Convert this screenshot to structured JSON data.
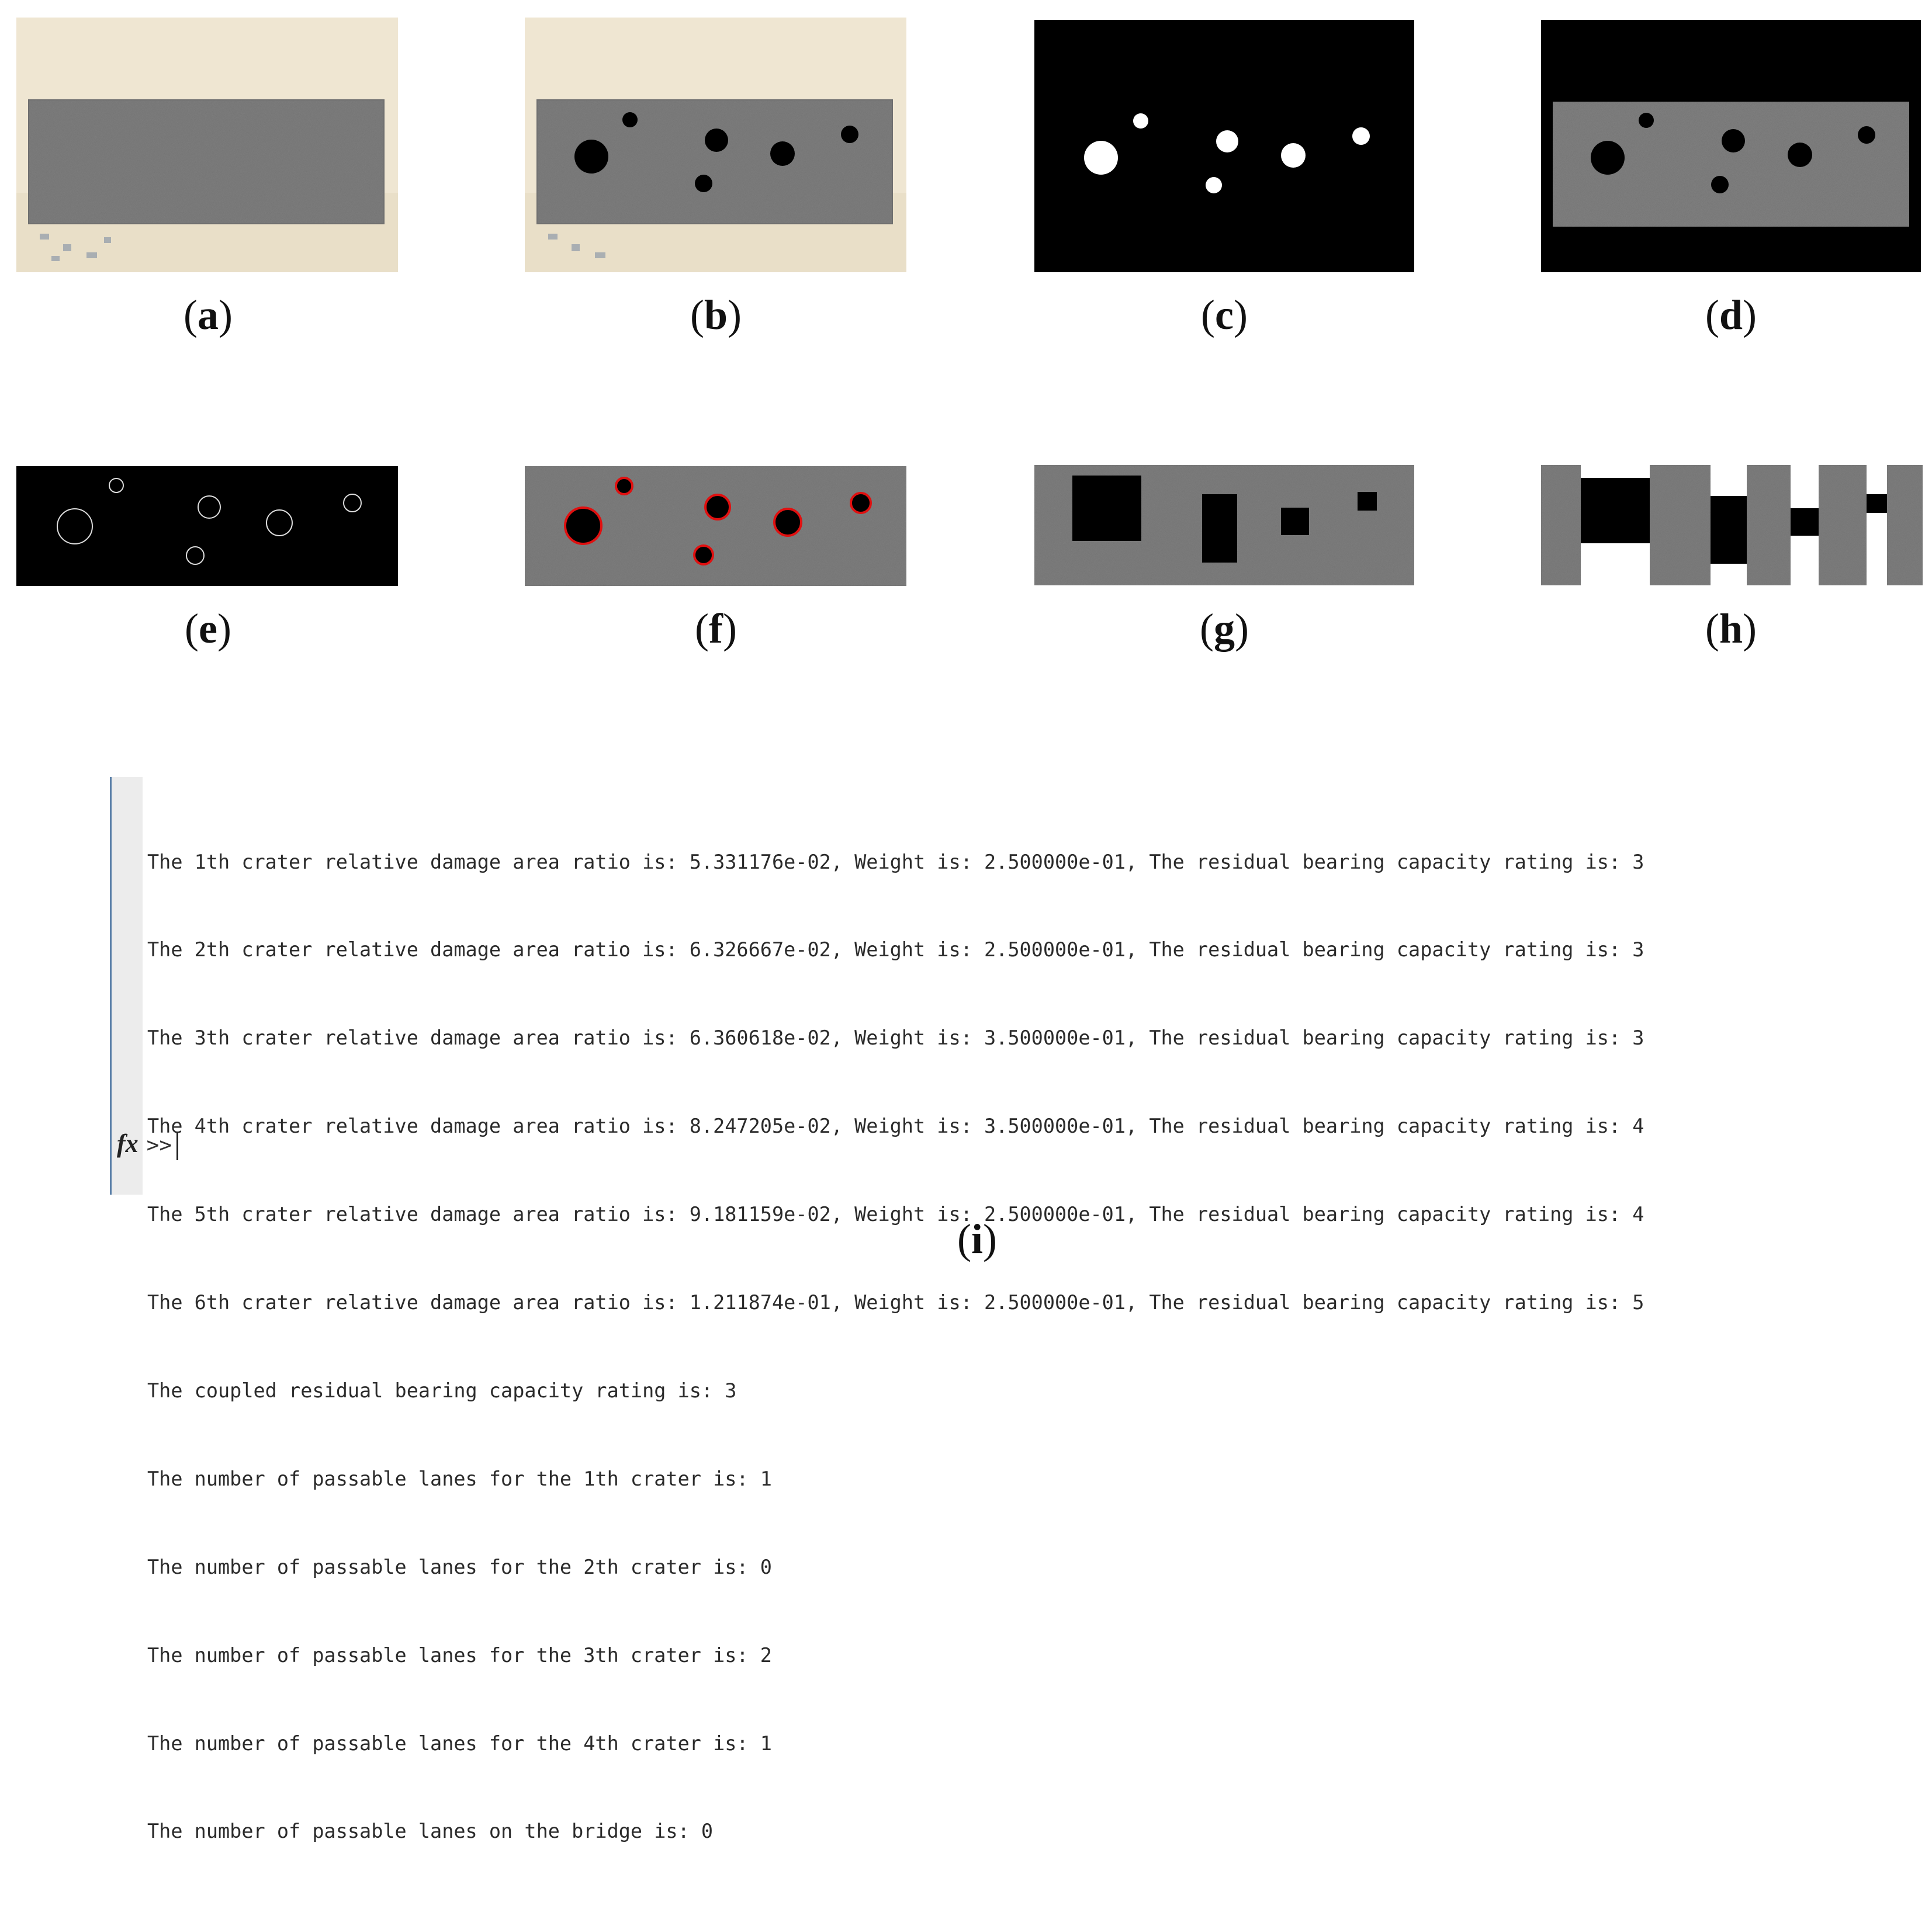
{
  "captions": {
    "a": "a",
    "b": "b",
    "c": "c",
    "d": "d",
    "e": "e",
    "f": "f",
    "g": "g",
    "h": "h",
    "i": "i"
  },
  "console": {
    "lines": [
      "The 1th crater relative damage area ratio is: 5.331176e-02, Weight is: 2.500000e-01, The residual bearing capacity rating is: 3",
      "The 2th crater relative damage area ratio is: 6.326667e-02, Weight is: 2.500000e-01, The residual bearing capacity rating is: 3",
      "The 3th crater relative damage area ratio is: 6.360618e-02, Weight is: 3.500000e-01, The residual bearing capacity rating is: 3",
      "The 4th crater relative damage area ratio is: 8.247205e-02, Weight is: 3.500000e-01, The residual bearing capacity rating is: 4",
      "The 5th crater relative damage area ratio is: 9.181159e-02, Weight is: 2.500000e-01, The residual bearing capacity rating is: 4",
      "The 6th crater relative damage area ratio is: 1.211874e-01, Weight is: 2.500000e-01, The residual bearing capacity rating is: 5",
      "The coupled residual bearing capacity rating is: 3",
      "The number of passable lanes for the 1th crater is: 1",
      "The number of passable lanes for the 2th crater is: 0",
      "The number of passable lanes for the 3th crater is: 2",
      "The number of passable lanes for the 4th crater is: 1",
      "The number of passable lanes on the bridge is: 0"
    ],
    "prompt_icon": "fx",
    "prompt": ">>"
  },
  "colors": {
    "sand": "#efe6d2",
    "concrete": "#7b7b7b",
    "outline_red": "#e01010"
  }
}
